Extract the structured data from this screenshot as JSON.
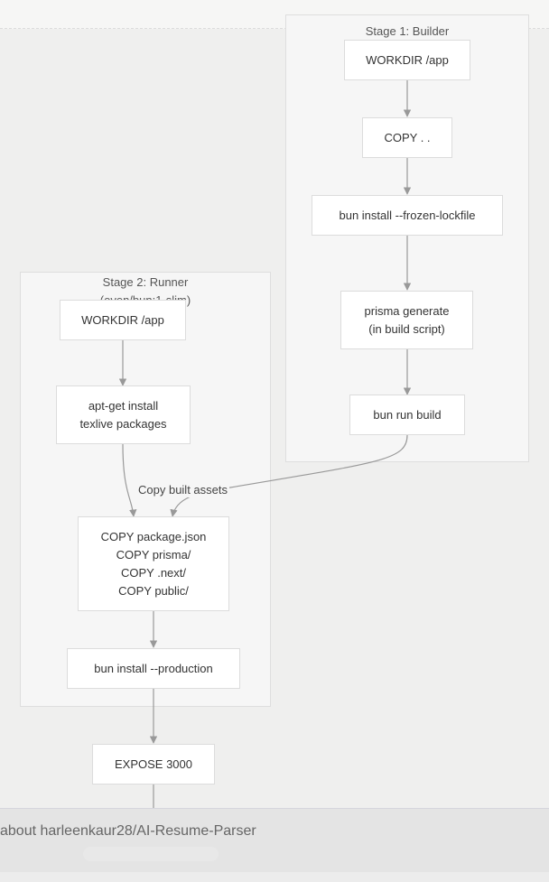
{
  "stages": {
    "builder": {
      "title": "Stage 1: Builder"
    },
    "runner": {
      "title": "Stage 2: Runner",
      "subtitle": "(oven/bun:1-slim)"
    }
  },
  "nodes": {
    "b_workdir": {
      "lines": [
        "WORKDIR /app"
      ]
    },
    "b_copy": {
      "lines": [
        "COPY . ."
      ]
    },
    "b_install": {
      "lines": [
        "bun install --frozen-lockfile"
      ]
    },
    "b_prisma": {
      "lines": [
        "prisma generate",
        "(in build script)"
      ]
    },
    "b_build": {
      "lines": [
        "bun run build"
      ]
    },
    "r_workdir": {
      "lines": [
        "WORKDIR /app"
      ]
    },
    "r_apt": {
      "lines": [
        "apt-get install",
        "texlive packages"
      ]
    },
    "r_copy": {
      "lines": [
        "COPY package.json",
        "COPY prisma/",
        "COPY .next/",
        "COPY public/"
      ]
    },
    "r_install": {
      "lines": [
        "bun install --production"
      ]
    },
    "expose": {
      "lines": [
        "EXPOSE 3000"
      ]
    }
  },
  "edge_labels": {
    "copy_built_assets": "Copy built assets"
  },
  "footer": {
    "text": "about harleenkaur28/AI-Resume-Parser"
  },
  "colors": {
    "edge": "#999999",
    "node_border": "#dcdcdc",
    "stage_bg": "#f6f6f6"
  }
}
